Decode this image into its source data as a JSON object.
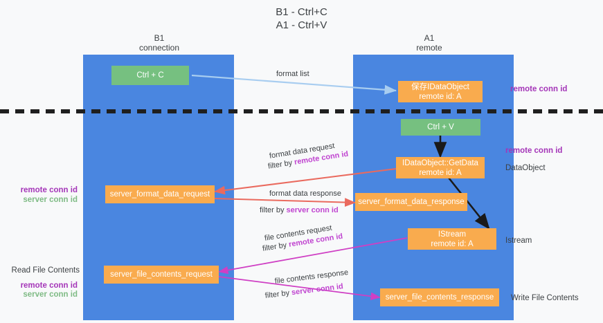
{
  "title": "B1 - Ctrl+C\nA1 - Ctrl+V",
  "lanes": [
    {
      "name": "B1",
      "role": "connection",
      "header": "B1\nconnection"
    },
    {
      "name": "A1",
      "role": "remote",
      "header": "A1\nremote"
    }
  ],
  "nodes": {
    "ctrl_c": {
      "line1": "Ctrl + C",
      "line2": "",
      "color": "#76c080"
    },
    "ctrl_v": {
      "line1": "Ctrl + V",
      "line2": "",
      "color": "#76c080"
    },
    "idataobject": {
      "line1": "保存IDataObject",
      "line2": "remote id: A",
      "color": "#f9ab4e"
    },
    "getdata": {
      "line1": "IDataObject::GetData",
      "line2": "remote id: A",
      "color": "#f9ab4e"
    },
    "istream": {
      "line1": "IStream",
      "line2": "remote id: A",
      "color": "#f9ab4e"
    },
    "server_format_data_request": {
      "line1": "server_format_data_request",
      "line2": "",
      "color": "#f9ab4e"
    },
    "server_format_data_response": {
      "line1": "server_format_data_response",
      "line2": "",
      "color": "#f9ab4e"
    },
    "server_file_contents_request": {
      "line1": "server_file_contents_request",
      "line2": "",
      "color": "#f9ab4e"
    },
    "server_file_contents_response": {
      "line1": "server_file_contents_response",
      "line2": "",
      "color": "#f9ab4e"
    }
  },
  "edge_labels": {
    "format_list": "format list",
    "format_data_request": "format data request",
    "format_data_request_filter_prefix": "filter by ",
    "format_data_request_filter_value": "remote conn id",
    "format_data_response": "format data response",
    "format_data_response_filter_prefix": "filter by ",
    "format_data_response_filter_value": "server conn id",
    "file_contents_request": "file contents request",
    "file_contents_request_filter_prefix": "filter by ",
    "file_contents_request_filter_value": "remote conn id",
    "file_contents_response": "file contents response",
    "file_contents_response_filter_prefix": "filter by ",
    "file_contents_response_filter_value": "server conn id"
  },
  "side_labels": {
    "right_remote_conn_id_top": "remote conn id",
    "right_remote_conn_id_mid": "remote conn id",
    "right_dataobject": "DataObject",
    "right_istream": "Istream",
    "right_write_file_contents": "Write File Contents",
    "left_remote_conn_id_mid": "remote conn id",
    "left_server_conn_id_mid": "server conn id",
    "left_read_file_contents": "Read File Contents",
    "left_remote_conn_id_bottom": "remote conn id",
    "left_server_conn_id_bottom": "server conn id"
  },
  "colors": {
    "lane": "#4a86e0",
    "node_orange": "#f9ab4e",
    "node_green": "#76c080",
    "accent_purple": "#a435b8",
    "accent_green": "#7fbb85",
    "arrow_lightblue": "#a8cdf0",
    "arrow_red": "#ea6a5e",
    "arrow_magenta": "#cf3fc4",
    "arrow_black": "#1a1a1a",
    "divider": "#1f1f1f",
    "background": "#f8f9fa"
  }
}
